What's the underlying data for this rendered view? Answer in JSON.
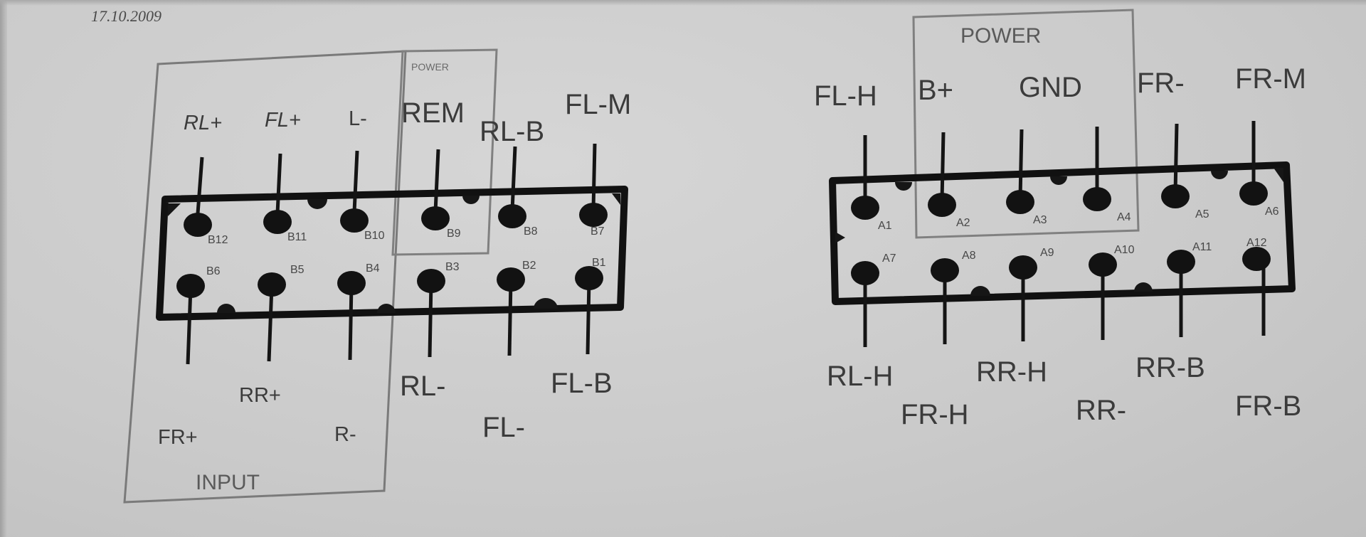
{
  "date": "17.10.2009",
  "left_connector": {
    "input_label": "INPUT",
    "power_label": "POWER",
    "pin_ids": [
      "B12",
      "B11",
      "B10",
      "B9",
      "B8",
      "B7",
      "B6",
      "B5",
      "B4",
      "B3",
      "B2",
      "B1"
    ],
    "top_wires": [
      "RL+",
      "FL+",
      "L-",
      "REM",
      "RL-B",
      "FL-M"
    ],
    "bottom_wires": [
      "FR+",
      "RR+",
      "R-",
      "RL-",
      "FL-",
      "FL-B"
    ]
  },
  "right_connector": {
    "power_label": "POWER",
    "pin_ids": [
      "A1",
      "A2",
      "A3",
      "A4",
      "A5",
      "A6",
      "A7",
      "A8",
      "A9",
      "A10",
      "A11",
      "A12"
    ],
    "top_wires": [
      "FL-H",
      "B+",
      "GND",
      "FR-",
      "FR-M"
    ],
    "bottom_wires": [
      "RL-H",
      "FR-H",
      "RR-H",
      "RR-",
      "RR-B",
      "FR-B"
    ]
  }
}
